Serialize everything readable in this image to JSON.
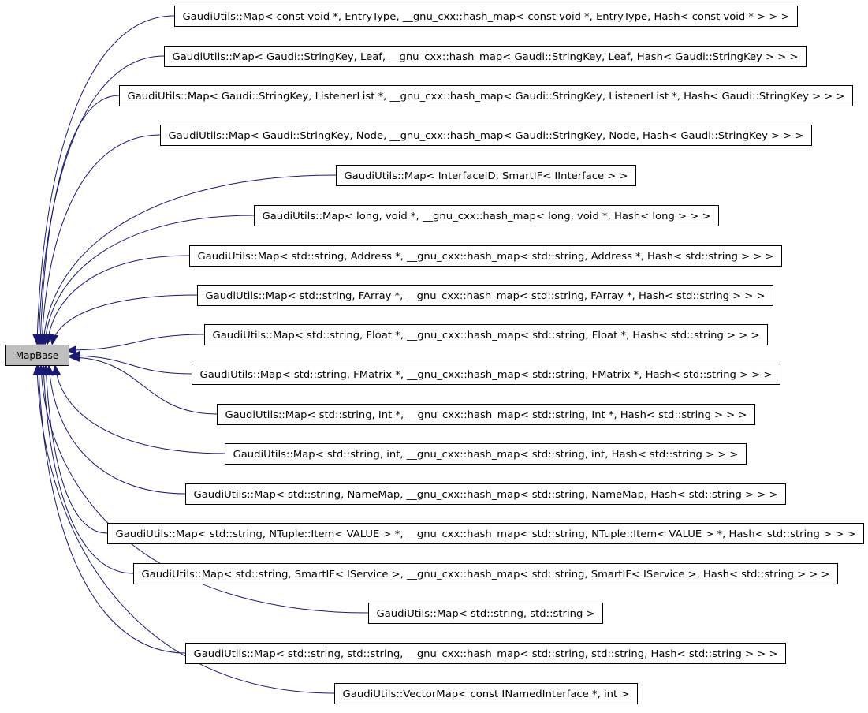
{
  "colors": {
    "edge": "#191970",
    "arrowhead": "#191970",
    "base_fill": "#bfbfbf",
    "node_fill": "#ffffff",
    "node_border": "#000000",
    "background": "#ffffff"
  },
  "graph": {
    "base": {
      "id": "mapbase",
      "label": "MapBase"
    },
    "children": [
      {
        "id": "child-0",
        "label": "GaudiUtils::Map< const void *, EntryType, __gnu_cxx::hash_map< const void *, EntryType, Hash< const void * > > >"
      },
      {
        "id": "child-1",
        "label": "GaudiUtils::Map< Gaudi::StringKey, Leaf, __gnu_cxx::hash_map< Gaudi::StringKey, Leaf, Hash< Gaudi::StringKey > > >"
      },
      {
        "id": "child-2",
        "label": "GaudiUtils::Map< Gaudi::StringKey, ListenerList *, __gnu_cxx::hash_map< Gaudi::StringKey, ListenerList *, Hash< Gaudi::StringKey > > >"
      },
      {
        "id": "child-3",
        "label": "GaudiUtils::Map< Gaudi::StringKey, Node, __gnu_cxx::hash_map< Gaudi::StringKey, Node, Hash< Gaudi::StringKey > > >"
      },
      {
        "id": "child-4",
        "label": "GaudiUtils::Map< InterfaceID, SmartIF< IInterface > >"
      },
      {
        "id": "child-5",
        "label": "GaudiUtils::Map< long, void *, __gnu_cxx::hash_map< long, void *, Hash< long > > >"
      },
      {
        "id": "child-6",
        "label": "GaudiUtils::Map< std::string, Address *, __gnu_cxx::hash_map< std::string, Address *, Hash< std::string > > >"
      },
      {
        "id": "child-7",
        "label": "GaudiUtils::Map< std::string, FArray *, __gnu_cxx::hash_map< std::string, FArray *, Hash< std::string > > >"
      },
      {
        "id": "child-8",
        "label": "GaudiUtils::Map< std::string, Float *, __gnu_cxx::hash_map< std::string, Float *, Hash< std::string > > >"
      },
      {
        "id": "child-9",
        "label": "GaudiUtils::Map< std::string, FMatrix *, __gnu_cxx::hash_map< std::string, FMatrix *, Hash< std::string > > >"
      },
      {
        "id": "child-10",
        "label": "GaudiUtils::Map< std::string, Int *, __gnu_cxx::hash_map< std::string, Int *, Hash< std::string > > >"
      },
      {
        "id": "child-11",
        "label": "GaudiUtils::Map< std::string, int, __gnu_cxx::hash_map< std::string, int, Hash< std::string > > >"
      },
      {
        "id": "child-12",
        "label": "GaudiUtils::Map< std::string, NameMap, __gnu_cxx::hash_map< std::string, NameMap, Hash< std::string > > >"
      },
      {
        "id": "child-13",
        "label": "GaudiUtils::Map< std::string, NTuple::Item< VALUE > *, __gnu_cxx::hash_map< std::string, NTuple::Item< VALUE > *, Hash< std::string > > >"
      },
      {
        "id": "child-14",
        "label": "GaudiUtils::Map< std::string, SmartIF< IService >, __gnu_cxx::hash_map< std::string, SmartIF< IService >, Hash< std::string > > >"
      },
      {
        "id": "child-15",
        "label": "GaudiUtils::Map< std::string, std::string >"
      },
      {
        "id": "child-16",
        "label": "GaudiUtils::Map< std::string, std::string, __gnu_cxx::hash_map< std::string, std::string, Hash< std::string > > >"
      },
      {
        "id": "child-17",
        "label": "GaudiUtils::VectorMap< const INamedInterface *, int >"
      }
    ]
  }
}
